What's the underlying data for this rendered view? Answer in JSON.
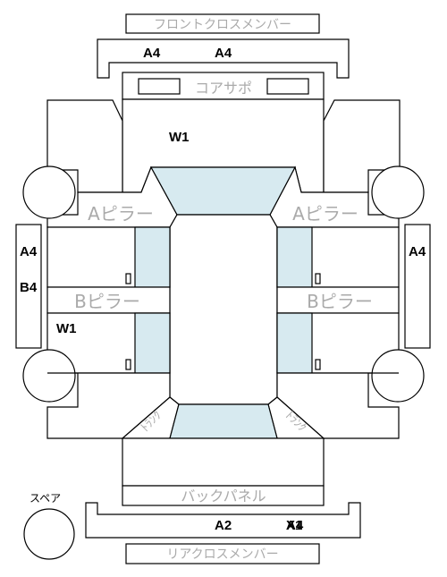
{
  "labels": {
    "front_cross_member": "フロントクロスメンバー",
    "core_support": "コアサポ",
    "a_pillar": "Aピラー",
    "b_pillar": "Bピラー",
    "back_panel": "バックパネル",
    "rear_cross_member": "リアクロスメンバー",
    "spare": "スペア",
    "trunk": "ﾄﾗﾝｸ"
  },
  "codes": {
    "front_cross_left": "A4",
    "front_cross_right": "A4",
    "front_left_area": "W1",
    "left_sill_top": "A4",
    "left_sill_bottom": "B4",
    "rear_left_door": "W1",
    "right_sill": "A4",
    "rear_cross_center": "A2",
    "rear_cross_right_1": "X1",
    "rear_cross_right_2": "A4"
  },
  "colors": {
    "glass": "#d7eaf0",
    "label_gray": "#aaaaaa"
  }
}
